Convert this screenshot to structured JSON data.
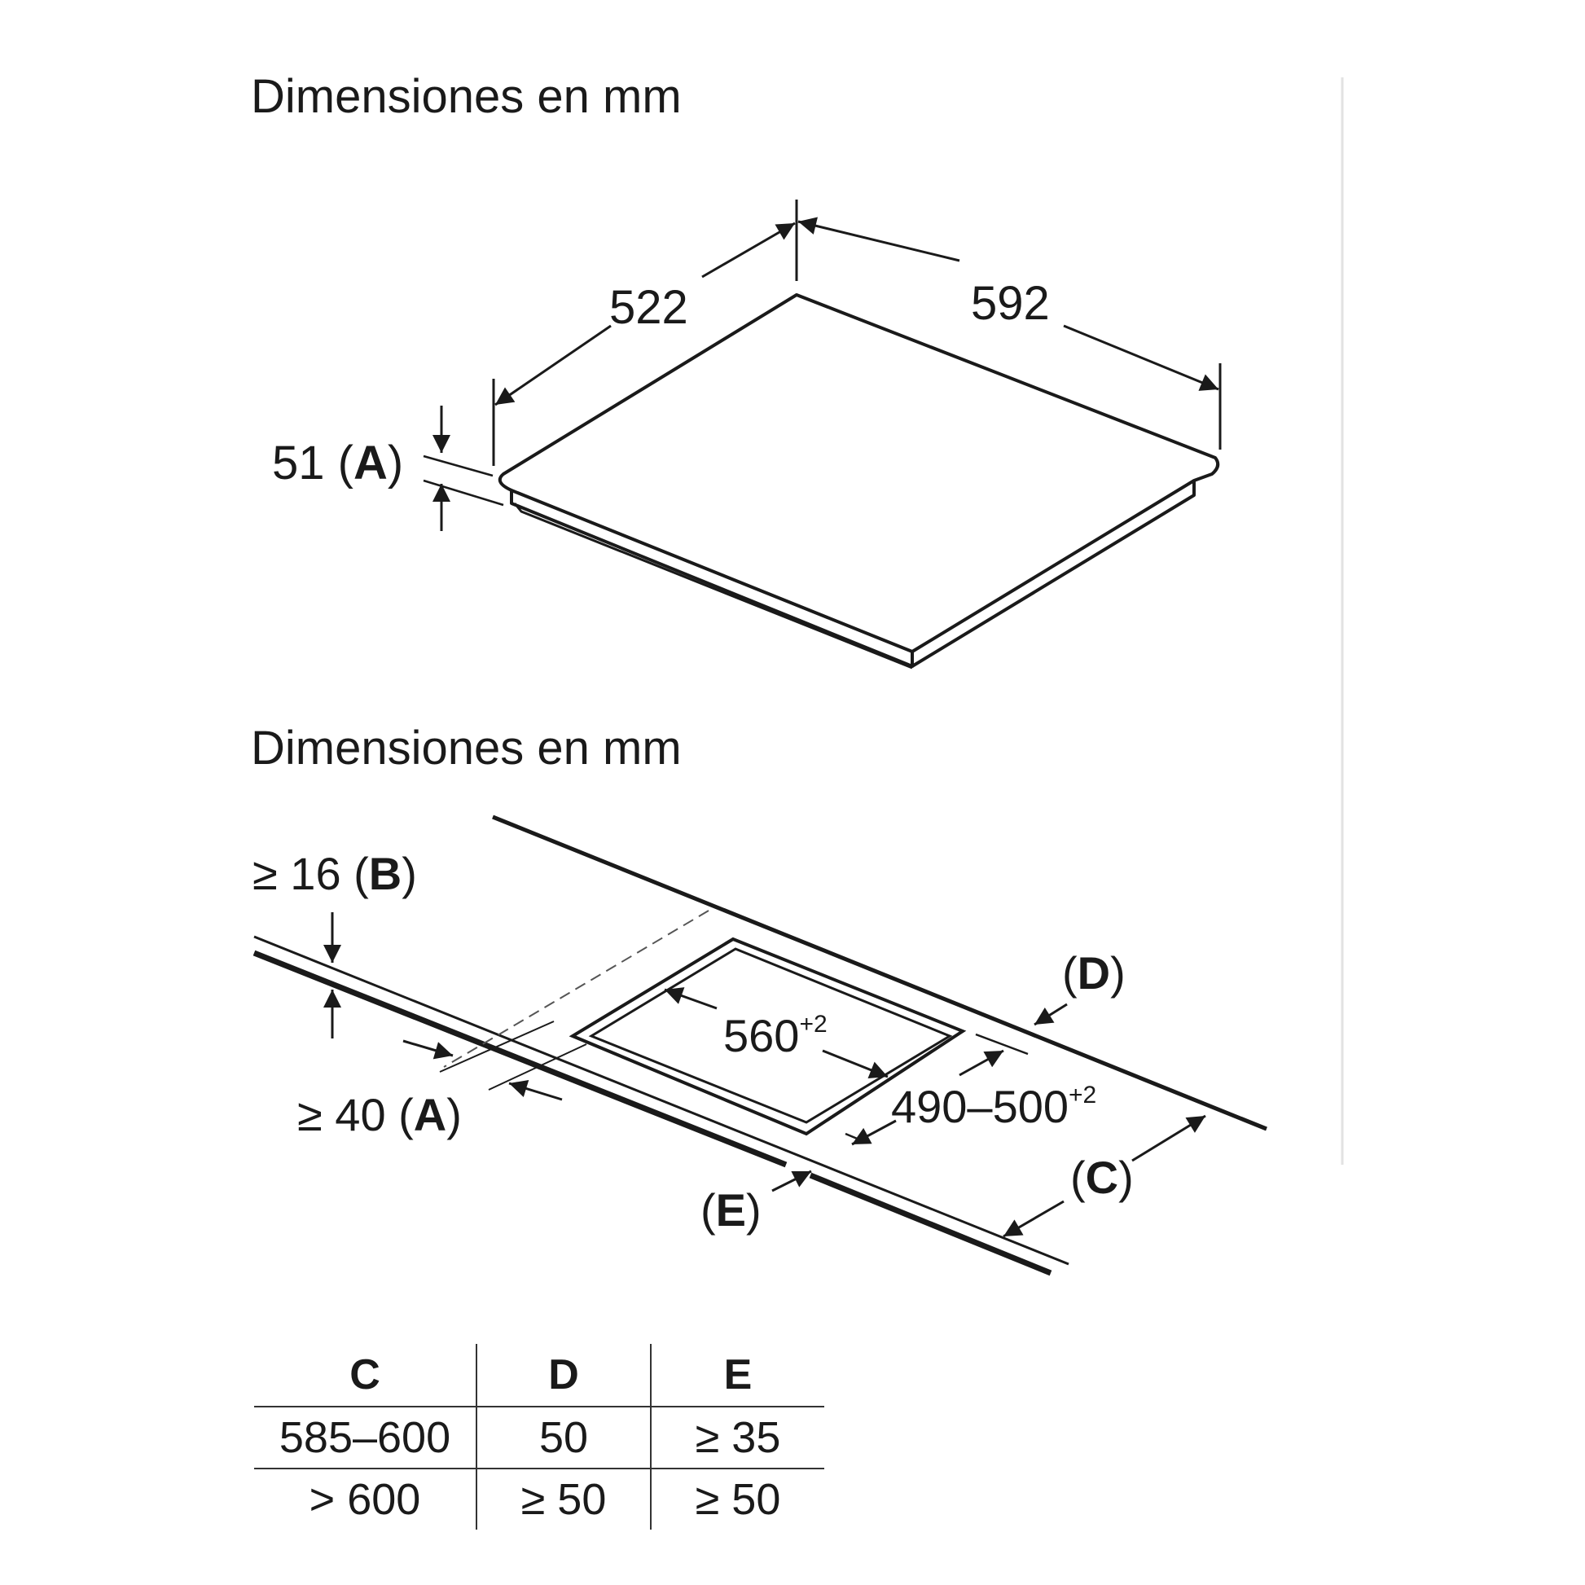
{
  "section1": {
    "title": "Dimensiones en mm",
    "dim_depth": "522",
    "dim_width": "592",
    "dim_height_value": "51 (",
    "dim_height_ref": "A",
    "dim_height_close": ")"
  },
  "section2": {
    "title": "Dimensiones en mm",
    "label_b_value": "≥ 16 (",
    "label_b_ref": "B",
    "label_b_close": ")",
    "label_a_value": "≥ 40 (",
    "label_a_ref": "A",
    "label_a_close": ")",
    "cutout_width": "560",
    "cutout_width_tol": "+2",
    "cutout_depth": "490–500",
    "cutout_depth_tol": "+2",
    "label_d_open": "(",
    "label_d_ref": "D",
    "label_d_close": ")",
    "label_c_open": "(",
    "label_c_ref": "C",
    "label_c_close": ")",
    "label_e_open": "(",
    "label_e_ref": "E",
    "label_e_close": ")"
  },
  "table": {
    "headers": [
      "C",
      "D",
      "E"
    ],
    "rows": [
      [
        "585–600",
        "50",
        "≥ 35"
      ],
      [
        "> 600",
        "≥ 50",
        "≥ 50"
      ]
    ]
  }
}
